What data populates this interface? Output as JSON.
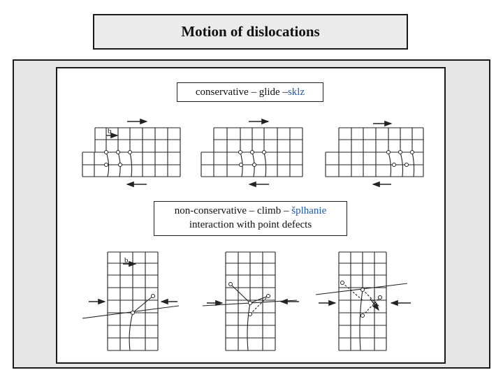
{
  "title": "Motion of dislocations",
  "glide": {
    "text": "conservative – glide – ",
    "text_blue": "sklz",
    "burgers": "b"
  },
  "climb": {
    "line1": "non-conservative – climb – ",
    "line1_blue": "šplhanie",
    "line2": "interaction with point defects",
    "burgers": "b"
  },
  "colors": {
    "accent_text": "#1f56b0",
    "frame_bg": "#e6e6e6",
    "title_bg": "#ebebeb"
  }
}
